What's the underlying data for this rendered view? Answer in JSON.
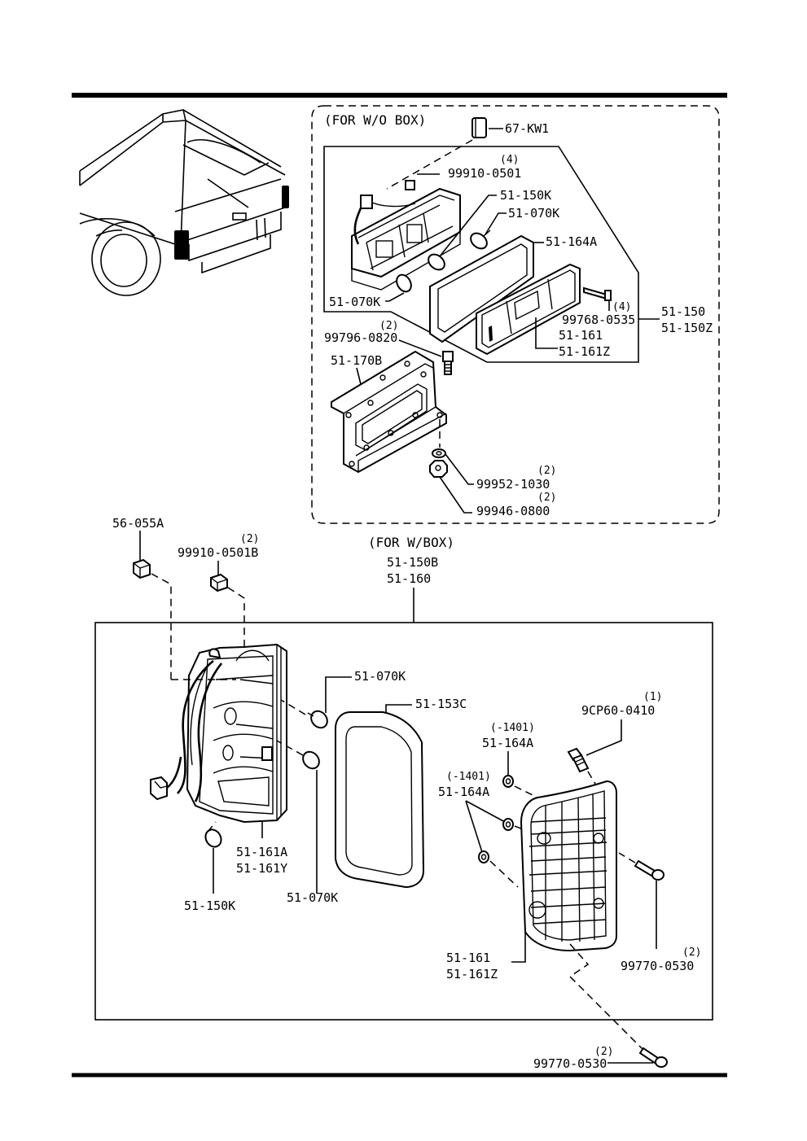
{
  "top_box": {
    "header": "(FOR W/O BOX)",
    "labels": {
      "p67kw1": "67-KW1",
      "q99910a": "(4)",
      "p99910a": "99910-0501",
      "p51150k_a": "51-150K",
      "p51070k_a": "51-070K",
      "p51164a_a": "51-164A",
      "p51070k_b": "51-070K",
      "q99768": "(4)",
      "p99768": "99768-0535",
      "p51150": "51-150",
      "p51150z": "51-150Z",
      "p51161_a": "51-161",
      "p51161z_a": "51-161Z",
      "q99796": "(2)",
      "p99796": "99796-0820",
      "p51170b": "51-170B",
      "q99952": "(2)",
      "p99952": "99952-1030",
      "q99946": "(2)",
      "p99946": "99946-0800"
    }
  },
  "bottom_box": {
    "header": "(FOR W/BOX)",
    "labels": {
      "p56055a": "56-055A",
      "q99910b": "(2)",
      "p99910b": "99910-0501B",
      "p51150b": "51-150B",
      "p51160": "51-160",
      "p51070k_c": "51-070K",
      "p51153c": "51-153C",
      "q9cp60": "(1)",
      "p9cp60": "9CP60-0410",
      "s1401a": "(-1401)",
      "p51164a_b": "51-164A",
      "s1401b": "(-1401)",
      "p51164a_c": "51-164A",
      "p51161a": "51-161A",
      "p51161y": "51-161Y",
      "p51150k_b": "51-150K",
      "p51070k_d": "51-070K",
      "p51161_b": "51-161",
      "p51161z_b": "51-161Z",
      "q99770a": "(2)",
      "p99770a": "99770-0530",
      "q99770b": "(2)",
      "p99770b": "99770-0530"
    }
  }
}
